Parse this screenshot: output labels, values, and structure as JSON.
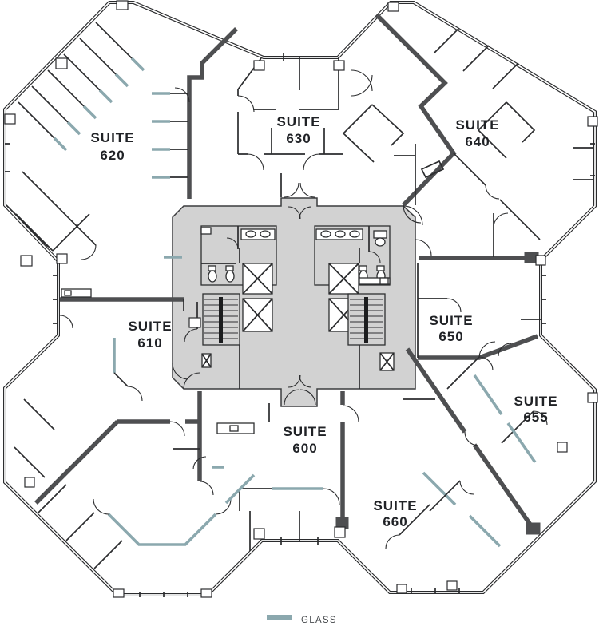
{
  "suites": [
    {
      "prefix": "SUITE",
      "number": "600"
    },
    {
      "prefix": "SUITE",
      "number": "610"
    },
    {
      "prefix": "SUITE",
      "number": "620"
    },
    {
      "prefix": "SUITE",
      "number": "630"
    },
    {
      "prefix": "SUITE",
      "number": "640"
    },
    {
      "prefix": "SUITE",
      "number": "650"
    },
    {
      "prefix": "SUITE",
      "number": "655"
    },
    {
      "prefix": "SUITE",
      "number": "660"
    }
  ],
  "legend": {
    "glass_label": "GLASS"
  },
  "colors": {
    "wall": "#2b2c2e",
    "thick_wall": "#4e4f51",
    "glass": "#8ba8ae",
    "core_fill": "#d2d2d2",
    "label_text": "#202226",
    "legend_text": "#46494c"
  }
}
